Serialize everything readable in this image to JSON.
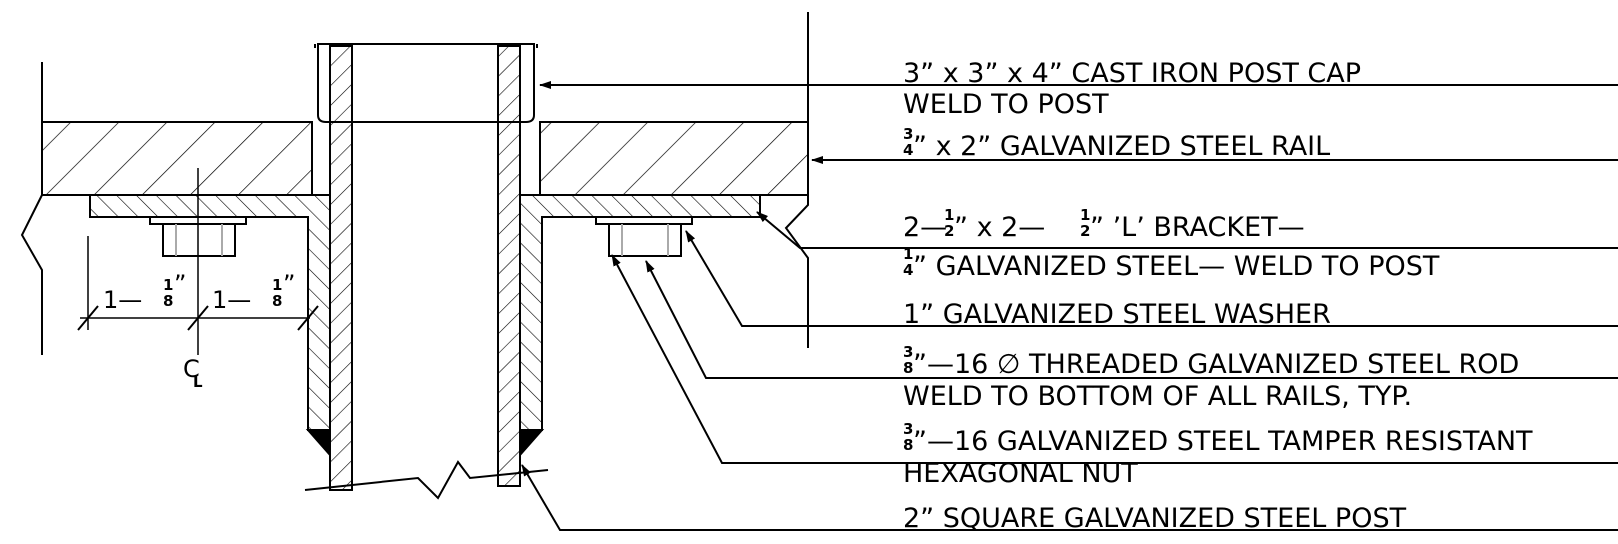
{
  "callouts": {
    "post_cap": "3”  x  3”  x  4”  CAST  IRON  POST  CAP",
    "weld_to_post": "WELD  TO  POST",
    "rail_frac": [
      "3",
      "4"
    ],
    "rail": "”  x  2”  GALVANIZED  STEEL  RAIL",
    "bracket_a": "2—",
    "bracket_frac": [
      "1",
      "2"
    ],
    "bracket_b": "”  x  2—",
    "bracket_c": "”  ’L’  BRACKET—",
    "bracket_line2_frac": [
      "1",
      "4"
    ],
    "bracket_line2": "”  GALVANIZED  STEEL—  WELD  TO  POST",
    "washer": "1”  GALVANIZED  STEEL  WASHER",
    "rod_frac": [
      "3",
      "8"
    ],
    "rod": "”—16  ∅  THREADED  GALVANIZED  STEEL  ROD",
    "rod_weld": "WELD  TO  BOTTOM  OF  ALL  RAILS,  TYP.",
    "nut_frac": [
      "3",
      "8"
    ],
    "nut": "”—16  GALVANIZED  STEEL  TAMPER  RESISTANT",
    "nut_line2": "HEXAGONAL  NUT",
    "post": "2”  SQUARE  GALVANIZED  STEEL  POST"
  },
  "dimensions": {
    "left_whole": "1—",
    "left_frac": [
      "1",
      "8"
    ],
    "right_whole": "1—",
    "right_frac": [
      "1",
      "8"
    ],
    "inch_mark": "”",
    "centerline": "C",
    "centerline_sub": "L"
  }
}
